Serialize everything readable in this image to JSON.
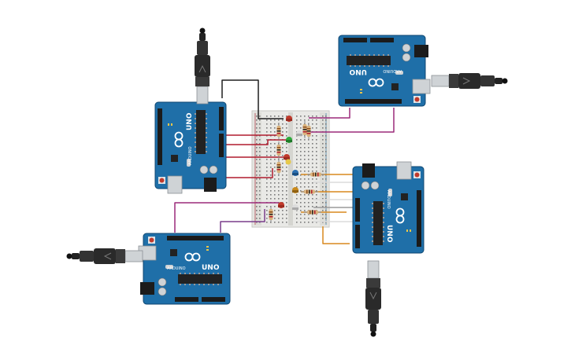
{
  "canvas": {
    "background": "#ffffff"
  },
  "colors": {
    "board": "#1f6fa8",
    "board_dark": "#175a8a",
    "board_edge": "#0f4670",
    "header": "#1b1b1b",
    "chip": "#222222",
    "silver": "#cfd3d6",
    "reset": "#c0392b",
    "breadboard": "#e9e9e6",
    "breadboard_rail": "#d5d5d0",
    "hole": "#7a7a7a",
    "plug": "#2a2a2a",
    "wire_black": "#1e1e1e",
    "wire_red": "#b01c2e",
    "wire_magenta": "#9c2a7a",
    "wire_purple": "#7a3d8c",
    "wire_orange": "#d8891e",
    "wire_white": "#e4e4e4",
    "wire_gray": "#9a9a9a",
    "led_red": "#c0392b",
    "led_green": "#2eaa3c",
    "led_blue": "#2c6fb0",
    "led_orange": "#c98a1c",
    "led_white": "#dcdcdc",
    "resistor": "#d9b27c"
  },
  "boards": [
    {
      "id": "board-top-left",
      "board_text": "ARDUINO",
      "model_text": "UNO"
    },
    {
      "id": "board-top-right",
      "board_text": "ARDUINO",
      "model_text": "UNO"
    },
    {
      "id": "board-bottom-left",
      "board_text": "ARDUINO",
      "model_text": "UNO"
    },
    {
      "id": "board-bottom-right",
      "board_text": "ARDUINO",
      "model_text": "UNO"
    }
  ],
  "leds": [
    "red",
    "white",
    "green",
    "red",
    "yellow",
    "blue",
    "orange",
    "white",
    "red"
  ],
  "icons": {
    "usb": "usb-cable-icon",
    "logo": "infinity-logo-icon"
  }
}
